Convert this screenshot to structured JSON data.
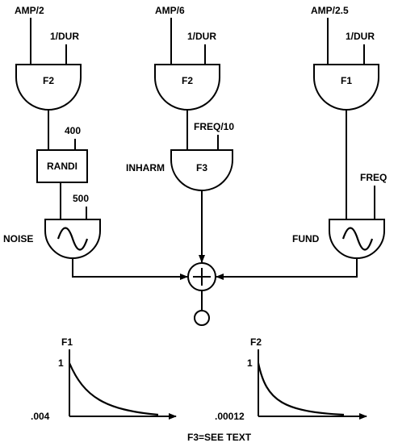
{
  "units": [
    {
      "id": "env-left",
      "name": "F2",
      "amp_input": "AMP/2",
      "freq_input": "1/DUR"
    },
    {
      "id": "env-mid",
      "name": "F2",
      "amp_input": "AMP/6",
      "freq_input": "1/DUR"
    },
    {
      "id": "env-right",
      "name": "F1",
      "amp_input": "AMP/2.5",
      "freq_input": "1/DUR"
    }
  ],
  "randi": {
    "label": "RANDI",
    "freq_input": "400"
  },
  "inharm": {
    "name": "F3",
    "label": "INHARM",
    "freq_input": "FREQ/10"
  },
  "noise": {
    "label": "NOISE",
    "freq_input": "500"
  },
  "fund": {
    "label": "FUND",
    "freq_input": "FREQ"
  },
  "graphs": [
    {
      "id": "f1-graph",
      "title": "F1",
      "top_value": "1",
      "bottom_value": ".004"
    },
    {
      "id": "f2-graph",
      "title": "F2",
      "top_value": "1",
      "bottom_value": ".00012"
    }
  ],
  "footnote": "F3=SEE TEXT"
}
